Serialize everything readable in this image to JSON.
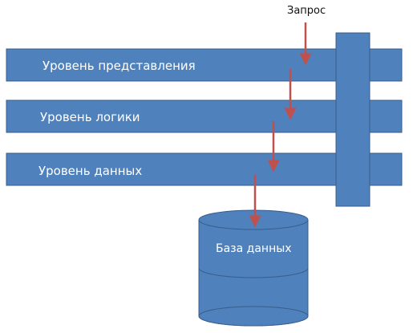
{
  "colors": {
    "box_fill": "#4f81bd",
    "box_stroke": "#385d8a",
    "arrow": "#c0504d"
  },
  "request": {
    "label": "Запрос"
  },
  "layers": [
    {
      "label": "Уровень представления"
    },
    {
      "label": "Уровень логики"
    },
    {
      "label": "Уровень данных"
    }
  ],
  "database": {
    "label": "База данных"
  }
}
